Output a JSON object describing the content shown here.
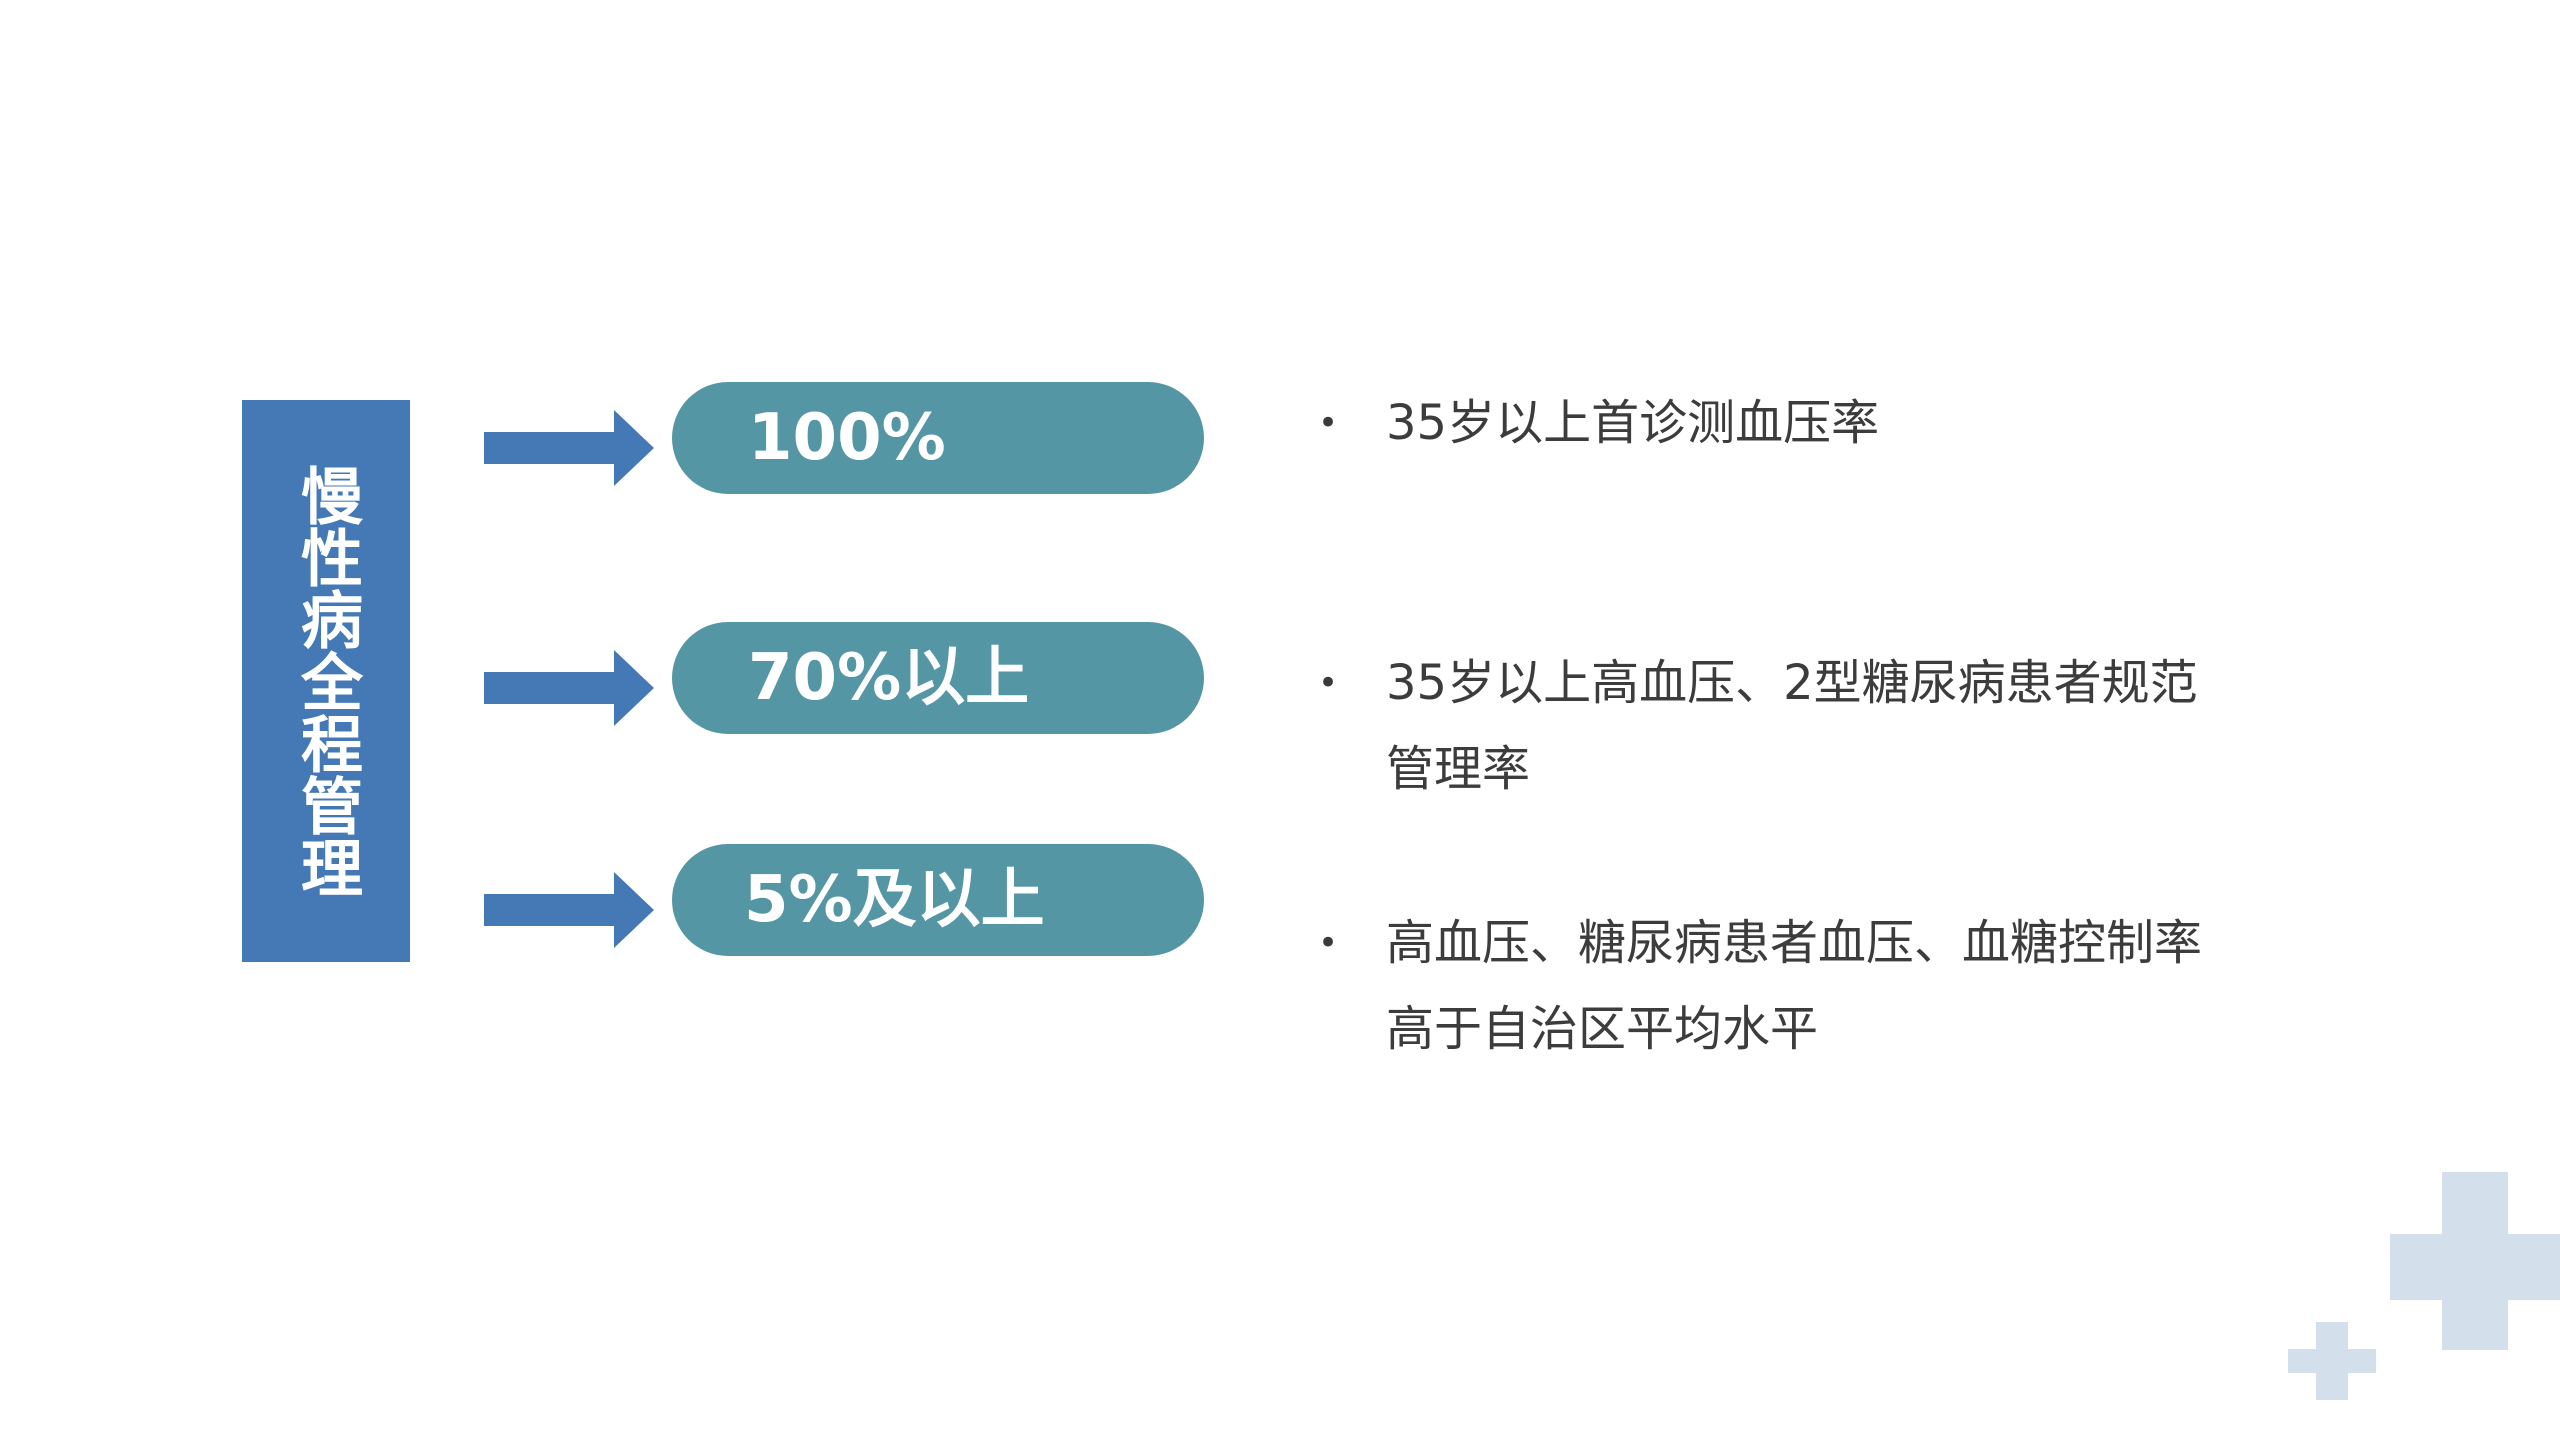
{
  "title": "慢性病全程管理",
  "targets": [
    {
      "value": "100%",
      "description": "35岁以上首诊测血压率"
    },
    {
      "value": "70%以上",
      "description": "35岁以上高血压、2型糖尿病患者规范\n管理率"
    },
    {
      "value": "5%及以上",
      "description": "高血压、糖尿病患者血压、血糖控制率\n高于自治区平均水平"
    }
  ],
  "bullet_symbol": "•",
  "colors": {
    "title_box": "#4579b6",
    "arrow": "#4579b6",
    "pill": "#5496a3",
    "decoration": "#d3e0ec"
  },
  "icons": [
    "arrow-right-icon",
    "plus-icon"
  ]
}
